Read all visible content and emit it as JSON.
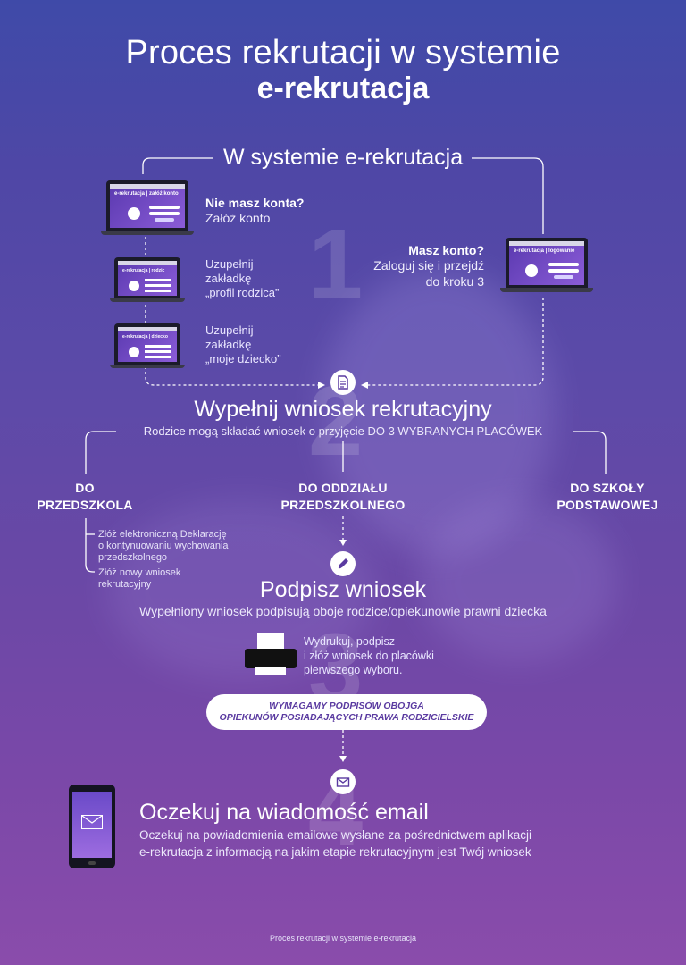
{
  "title": {
    "line1": "Proces rekrutacji w systemie",
    "line2": "e-rekrutacja"
  },
  "step1": {
    "number": "1",
    "heading": "W systemie e-rekrutacja",
    "no_account": {
      "question": "Nie masz konta?",
      "action": "Załóż konto",
      "screen_label": "e-rekrutacja | załóż konto"
    },
    "fill_parent": {
      "line1": "Uzupełnij",
      "line2": "zakładkę",
      "line3": "„profil rodzica”",
      "screen_label": "e-rekrutacja | rodzic"
    },
    "fill_child": {
      "line1": "Uzupełnij",
      "line2": "zakładkę",
      "line3": "„moje dziecko”",
      "screen_label": "e-rekrutacja | dziecko"
    },
    "has_account": {
      "question": "Masz konto?",
      "line1": "Zaloguj się i przejdź",
      "line2": "do kroku 3",
      "screen_label": "e-rekrutacja | logowanie"
    }
  },
  "step2": {
    "number": "2",
    "heading": "Wypełnij wniosek rekrutacyjny",
    "subtitle": "Rodzice mogą składać wniosek o przyjęcie DO 3 WYBRANYCH PLACÓWEK",
    "categories": [
      {
        "line1": "DO",
        "line2": "PRZEDSZKOLA"
      },
      {
        "line1": "DO ODDZIAŁU",
        "line2": "PRZEDSZKOLNEGO"
      },
      {
        "line1": "DO SZKOŁY",
        "line2": "PODSTAWOWEJ"
      }
    ],
    "preschool_options": [
      [
        "Złóż elektroniczną Deklarację",
        "o kontynuowaniu wychowania",
        "przedszkolnego"
      ],
      [
        "Złóż nowy wniosek",
        "rekrutacyjny"
      ]
    ]
  },
  "step3": {
    "number": "3",
    "heading": "Podpisz wniosek",
    "subtitle": "Wypełniony wniosek podpisują oboje rodzice/opiekunowie prawni dziecka",
    "printer_text": [
      "Wydrukuj, podpisz",
      "i złóż wniosek do placówki",
      "pierwszego wyboru."
    ],
    "pill_line1": "WYMAGAMY PODPISÓW OBOJGA",
    "pill_line2": "OPIEKUNÓW POSIADAJĄCYCH PRAWA RODZICIELSKIE"
  },
  "step4": {
    "number": "4",
    "heading": "Oczekuj na wiadomość email",
    "line1": "Oczekuj na powiadomienia emailowe wysłane za pośrednictwem aplikacji",
    "line2": "e-rekrutacja z informacją na jakim etapie rekrutacyjnym jest Twój wniosek"
  },
  "footer": "Proces rekrutacji w systemie e-rekrutacja",
  "colors": {
    "bg_top": "#3f4aa8",
    "bg_bottom": "#8a4cab",
    "accent": "#5a3aa0"
  },
  "icons": [
    "document-icon",
    "pen-icon",
    "envelope-icon",
    "printer-icon",
    "phone-icon",
    "laptop-icon"
  ]
}
